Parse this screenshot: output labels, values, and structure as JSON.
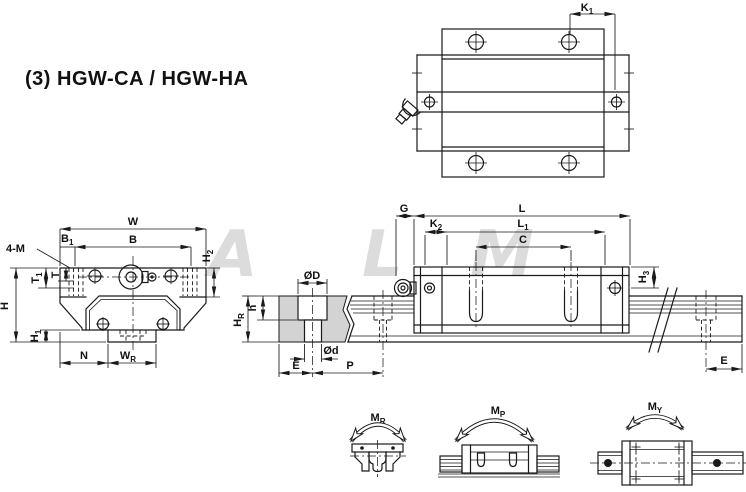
{
  "title": "(3) HGW-CA / HGW-HA",
  "watermark": {
    "letters": [
      "A",
      "L",
      "M"
    ],
    "color": "#dcdcdc"
  },
  "colors": {
    "line": "#1a1a1a",
    "rail_section_fill": "#d3d3d3",
    "background": "#ffffff"
  },
  "views": {
    "top": {
      "dims": {
        "K1": {
          "m": "K",
          "s": "1"
        }
      }
    },
    "front": {
      "dims": {
        "W": {
          "m": "W",
          "s": ""
        },
        "B": {
          "m": "B",
          "s": ""
        },
        "B1": {
          "m": "B",
          "s": "1"
        },
        "fourM": {
          "m": "4-M",
          "s": ""
        },
        "H2": {
          "m": "H",
          "s": "2"
        },
        "T": {
          "m": "T",
          "s": ""
        },
        "T1": {
          "m": "T",
          "s": "1"
        },
        "H": {
          "m": "H",
          "s": ""
        },
        "H1": {
          "m": "H",
          "s": "1"
        },
        "N": {
          "m": "N",
          "s": ""
        },
        "WR": {
          "m": "W",
          "s": "R"
        }
      }
    },
    "section": {
      "dims": {
        "OD": {
          "m": "ØD",
          "s": ""
        },
        "h": {
          "m": "h",
          "s": ""
        },
        "HR": {
          "m": "H",
          "s": "R"
        },
        "Od": {
          "m": "Ød",
          "s": ""
        },
        "E": {
          "m": "E",
          "s": ""
        },
        "P": {
          "m": "P",
          "s": ""
        }
      }
    },
    "side": {
      "dims": {
        "G": {
          "m": "G",
          "s": ""
        },
        "L": {
          "m": "L",
          "s": ""
        },
        "L1": {
          "m": "L",
          "s": "1"
        },
        "K2": {
          "m": "K",
          "s": "2"
        },
        "C": {
          "m": "C",
          "s": ""
        },
        "H3": {
          "m": "H",
          "s": "3"
        },
        "E": {
          "m": "E",
          "s": ""
        }
      }
    },
    "moments": {
      "items": [
        {
          "id": "MR",
          "m": "M",
          "s": "R"
        },
        {
          "id": "MP",
          "m": "M",
          "s": "P"
        },
        {
          "id": "MY",
          "m": "M",
          "s": "Y"
        }
      ]
    }
  }
}
